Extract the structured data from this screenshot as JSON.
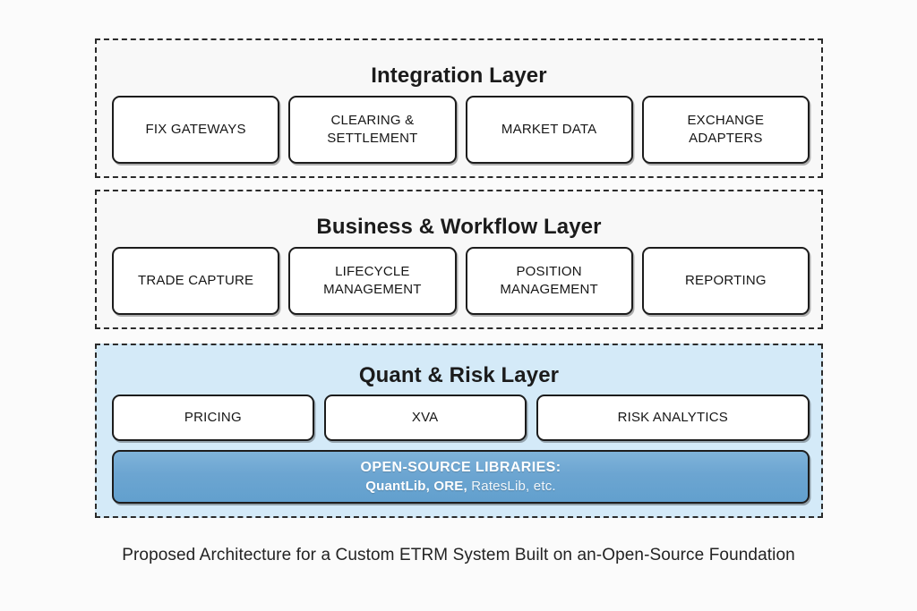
{
  "page": {
    "background_color": "#fbfbfb",
    "caption": "Proposed Architecture for a Custom ETRM System Built on an-Open-Source Foundation"
  },
  "layers": [
    {
      "id": "integration",
      "title": "Integration Layer",
      "background_color": "#f8f8f8",
      "border_style": "dashed",
      "nodes": [
        {
          "label": "FIX GATEWAYS"
        },
        {
          "label": "CLEARING &\nSETTLEMENT"
        },
        {
          "label": "MARKET DATA"
        },
        {
          "label": "EXCHANGE\nADAPTERS"
        }
      ]
    },
    {
      "id": "business",
      "title": "Business & Workflow Layer",
      "background_color": "#f8f8f8",
      "border_style": "dashed",
      "nodes": [
        {
          "label": "TRADE CAPTURE"
        },
        {
          "label": "LIFECYCLE\nMANAGEMENT"
        },
        {
          "label": "POSITION\nMANAGEMENT"
        },
        {
          "label": "REPORTING"
        }
      ]
    },
    {
      "id": "quant",
      "title": "Quant & Risk Layer",
      "background_color": "#d4eaf8",
      "border_style": "dashed",
      "nodes": [
        {
          "label": "PRICING"
        },
        {
          "label": "XVA"
        },
        {
          "label": "RISK ANALYTICS"
        }
      ],
      "highlight_bar": {
        "title": "OPEN-SOURCE LIBRARIES:",
        "subtitle_bold": "QuantLib, ORE,",
        "subtitle_light": " RatesLib, etc.",
        "gradient_from": "#7fb3da",
        "gradient_to": "#62a0ce",
        "text_color": "#ffffff"
      }
    }
  ]
}
